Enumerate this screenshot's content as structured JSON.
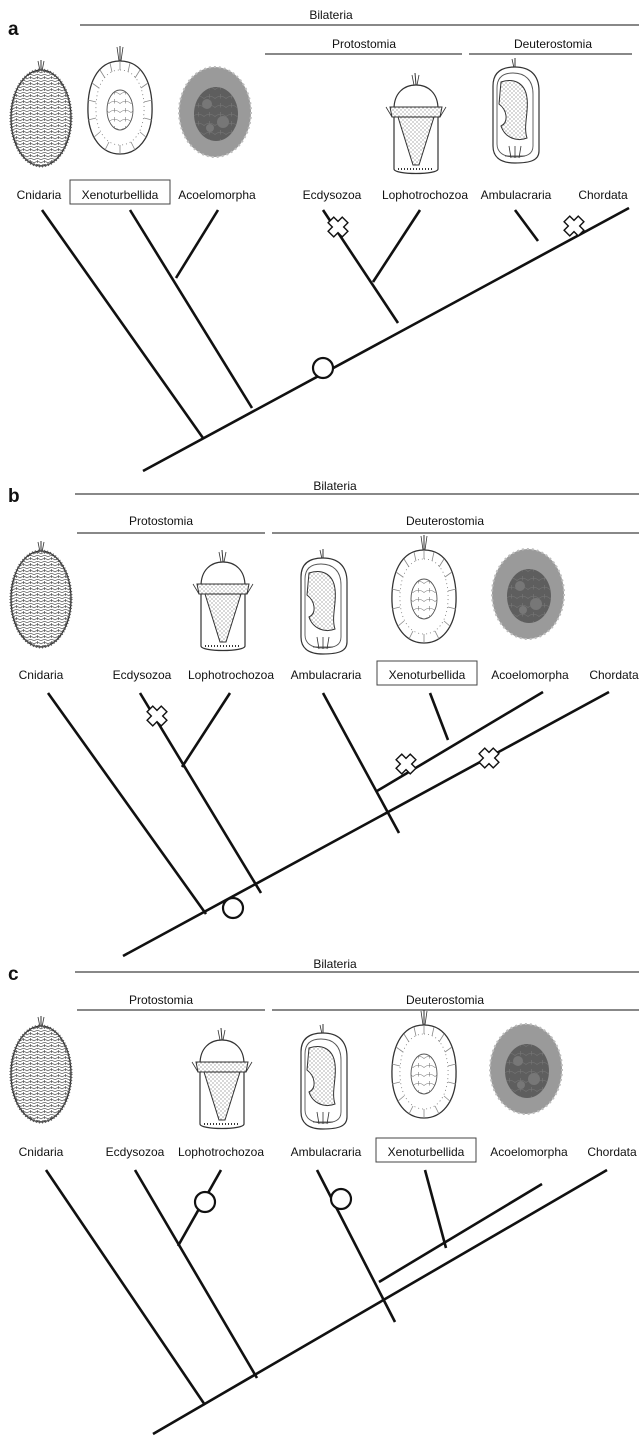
{
  "panels": [
    {
      "letter": "a",
      "groups": {
        "bilateria": "Bilateria",
        "protostomia": "Protostomia",
        "deuterostomia": "Deuterostomia"
      },
      "taxa": [
        "Cnidaria",
        "Xenoturbellida",
        "Acoelomorpha",
        "Ecdysozoa",
        "Lophotrochozoa",
        "Ambulacraria",
        "Chordata"
      ],
      "highlighted_taxon": "Xenoturbellida"
    },
    {
      "letter": "b",
      "groups": {
        "bilateria": "Bilateria",
        "protostomia": "Protostomia",
        "deuterostomia": "Deuterostomia"
      },
      "taxa": [
        "Cnidaria",
        "Ecdysozoa",
        "Lophotrochozoa",
        "Ambulacraria",
        "Xenoturbellida",
        "Acoelomorpha",
        "Chordata"
      ],
      "highlighted_taxon": "Xenoturbellida"
    },
    {
      "letter": "c",
      "groups": {
        "bilateria": "Bilateria",
        "protostomia": "Protostomia",
        "deuterostomia": "Deuterostomia"
      },
      "taxa": [
        "Cnidaria",
        "Ecdysozoa",
        "Lophotrochozoa",
        "Ambulacraria",
        "Xenoturbellida",
        "Acoelomorpha",
        "Chordata"
      ],
      "highlighted_taxon": "Xenoturbellida"
    }
  ],
  "markers": {
    "gain": "open-circle",
    "loss": "open-cross"
  },
  "colors": {
    "line": "#111111",
    "acoel_fill": "#8f8f8f",
    "acoel_cells": "#5c5c5c"
  }
}
